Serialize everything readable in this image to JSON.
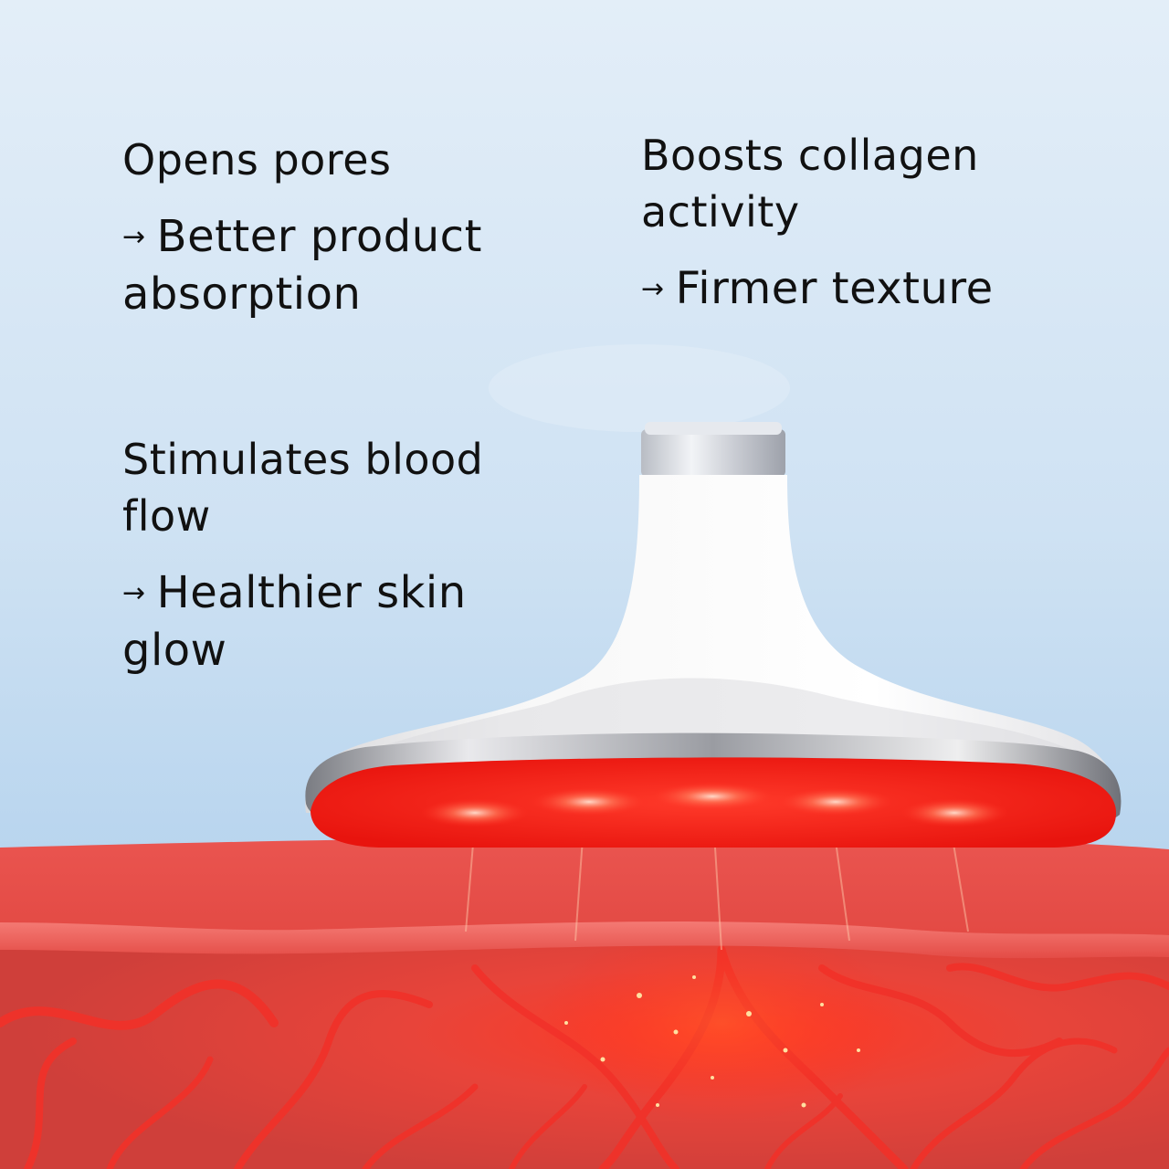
{
  "benefits": [
    {
      "heading": "Opens pores",
      "arrow": "→",
      "result": "Better product absorption"
    },
    {
      "heading": "Boosts collagen activity",
      "arrow": "→",
      "result": "Firmer texture"
    },
    {
      "heading": "Stimulates blood flow",
      "arrow": "→",
      "result": "Healthier skin glow"
    }
  ],
  "colors": {
    "background_top": "#e3eef8",
    "background_bottom": "#a9cbe9",
    "skin": "#e8453f",
    "light": "#ff2a1e",
    "device": "#f4f4f4",
    "text": "#111111"
  },
  "icons": [
    "arrow-right-icon",
    "skin-device-illustration",
    "blood-vessel-illustration"
  ]
}
